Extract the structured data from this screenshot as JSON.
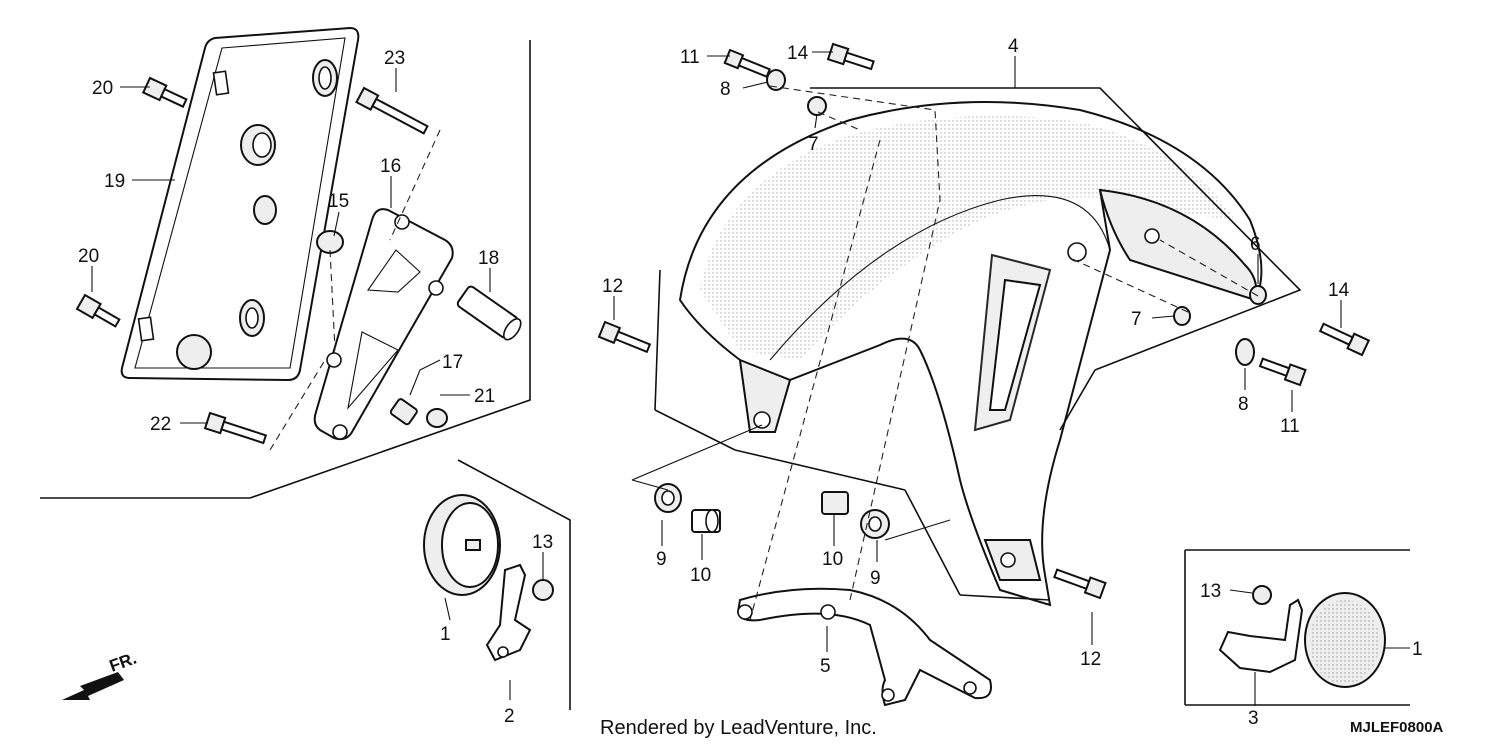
{
  "diagram": {
    "credit": "Rendered by LeadVenture, Inc.",
    "diagram_code": "MJLEF0800A",
    "direction_marker": "FR.",
    "callouts": {
      "c1a": "1",
      "c1b": "1",
      "c2": "2",
      "c3": "3",
      "c4": "4",
      "c5": "5",
      "c6": "6",
      "c7a": "7",
      "c7b": "7",
      "c8a": "8",
      "c8b": "8",
      "c9a": "9",
      "c9b": "9",
      "c10a": "10",
      "c10b": "10",
      "c11a": "11",
      "c11b": "11",
      "c12a": "12",
      "c12b": "12",
      "c13a": "13",
      "c13b": "13",
      "c14a": "14",
      "c14b": "14",
      "c15": "15",
      "c16": "16",
      "c17": "17",
      "c18": "18",
      "c19": "19",
      "c20a": "20",
      "c20b": "20",
      "c21": "21",
      "c22": "22",
      "c23": "23"
    }
  }
}
